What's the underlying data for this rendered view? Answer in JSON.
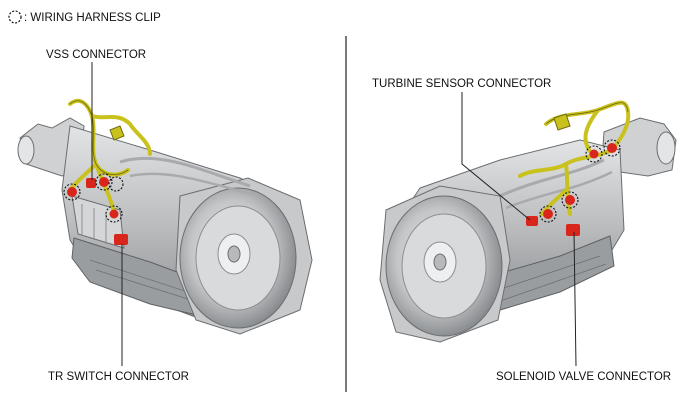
{
  "legend": {
    "text": ": WIRING HARNESS CLIP",
    "icon": "dashed-circle-icon"
  },
  "left_view": {
    "vss_label": "VSS CONNECTOR",
    "tr_label": "TR SWITCH CONNECTOR"
  },
  "right_view": {
    "turbine_label": "TURBINE SENSOR CONNECTOR",
    "solenoid_label": "SOLENOID VALVE CONNECTOR"
  },
  "colors": {
    "connector": "#d8261c",
    "harness": "#c9c21d",
    "casing": "#c4c6c8",
    "casing_dark": "#7d8083",
    "casing_light": "#e9eaeb",
    "leader": "#222222"
  }
}
